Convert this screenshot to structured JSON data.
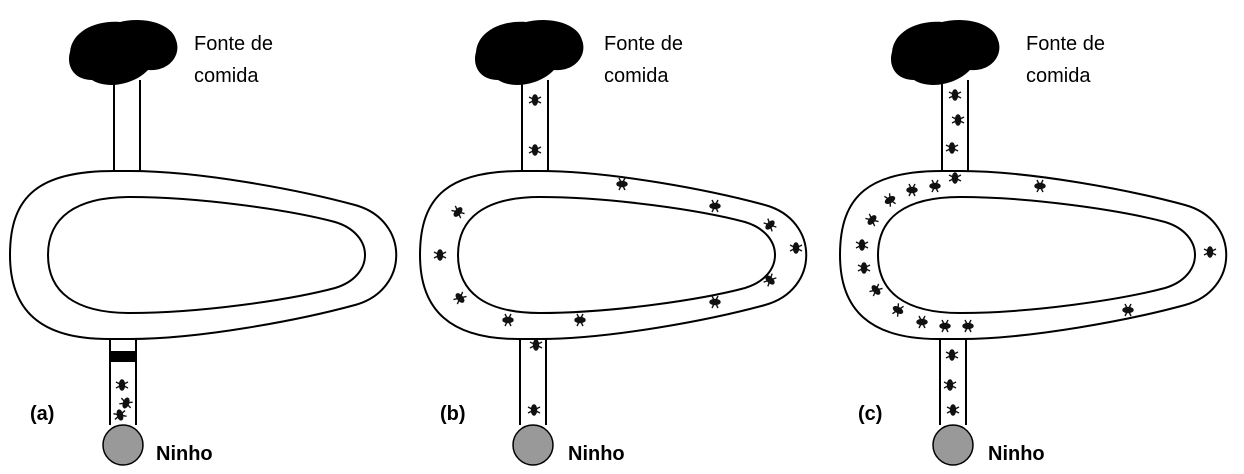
{
  "colors": {
    "line": "#000000",
    "background": "#ffffff",
    "food": "#000000",
    "nest": "#999999",
    "ant": "#111111"
  },
  "panels": [
    {
      "id": "a",
      "label": "(a)",
      "food_label_line1": "Fonte de",
      "food_label_line2": "comida",
      "nest_label": "Ninho",
      "top_branch_blocked": false,
      "bottom_branch_blocked": true,
      "ants_description": "ants-in-nest-tube"
    },
    {
      "id": "b",
      "label": "(b)",
      "food_label_line1": "Fonte de",
      "food_label_line2": "comida",
      "nest_label": "Ninho",
      "top_branch_blocked": false,
      "bottom_branch_blocked": false,
      "ants_description": "ants-spread-both-paths"
    },
    {
      "id": "c",
      "label": "(c)",
      "food_label_line1": "Fonte de",
      "food_label_line2": "comida",
      "nest_label": "Ninho",
      "top_branch_blocked": false,
      "bottom_branch_blocked": false,
      "ants_description": "ants-concentrated-short-path"
    }
  ]
}
